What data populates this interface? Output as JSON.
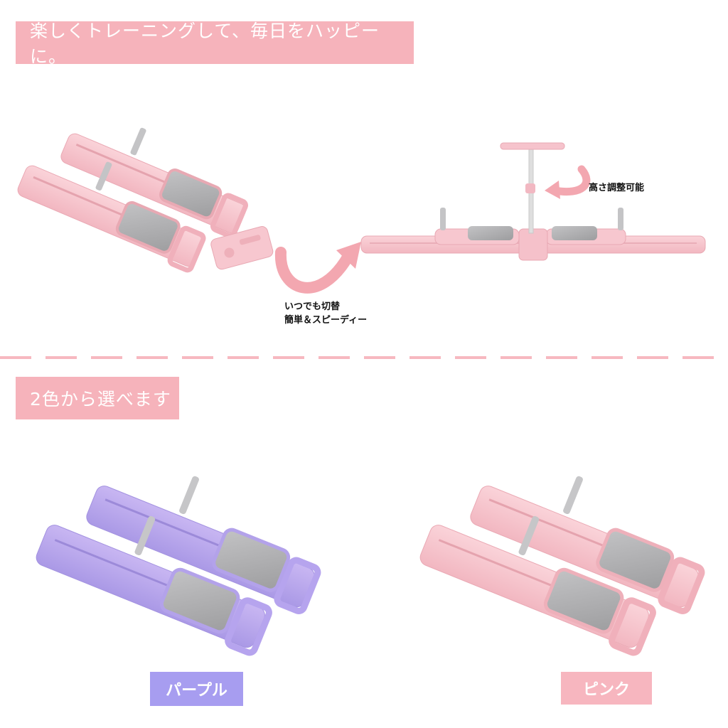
{
  "banners": {
    "top": "楽しくトレーニングして、毎日をハッピーに。",
    "middle": "2色から選べます"
  },
  "captions": {
    "switch_line1": "いつでも切替",
    "switch_line2": "簡単＆スピーディー",
    "height": "高さ調整可能"
  },
  "color_options": {
    "purple": "パープル",
    "pink": "ピンク"
  },
  "colors": {
    "banner": "#f6b3bb",
    "pink_product": "#f6c4cc",
    "purple_product": "#b9a7ec",
    "purple_label": "#a79df0",
    "pink_label": "#f7b6bf",
    "arrow": "#f3a7b0",
    "divider": "#f7b8c0",
    "pad": "#a9a9ab"
  }
}
